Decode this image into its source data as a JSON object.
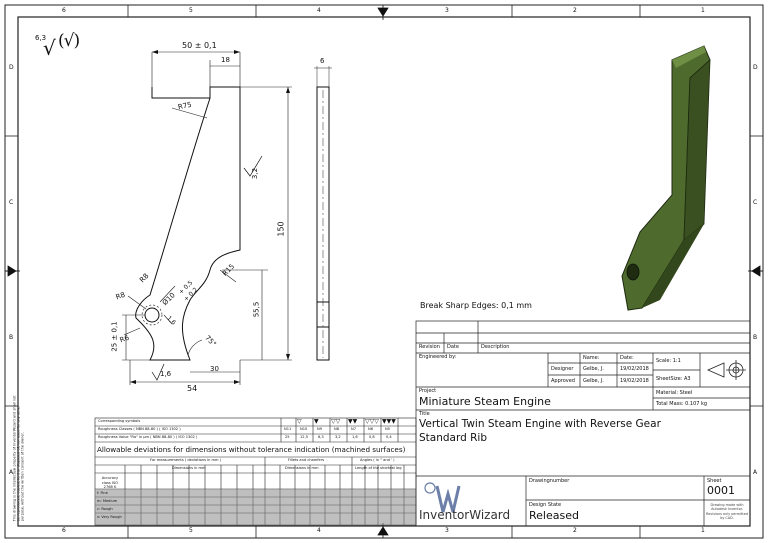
{
  "zones": {
    "cols_top": [
      "6",
      "5",
      "4",
      "3",
      "2",
      "1"
    ],
    "cols_bottom": [
      "6",
      "5",
      "4",
      "3",
      "2",
      "1"
    ],
    "rows_left": [
      "D",
      "C",
      "B",
      "A"
    ],
    "rows_right": [
      "D",
      "C",
      "B",
      "A"
    ]
  },
  "surface_finish": {
    "value": "6,3",
    "general_symbol": "(√)"
  },
  "dims": {
    "width_top": "50 ± 0,1",
    "top_small": "18",
    "r75": "R75",
    "surf_3_2": "3,2",
    "height_150": "150",
    "r8a": "R8",
    "r8b": "R8",
    "dia10": "Ø10",
    "tol_plus": "+ 0,5",
    "tol_minus": "+ 0,2",
    "r15": "R15",
    "h55": "55,5",
    "h25": "25 ± 0,1",
    "r6": "R6",
    "small_1_6": "1,6",
    "bottom_1_6": "1,6",
    "angle75": "75°",
    "w30": "30",
    "w54": "54",
    "thick6": "6"
  },
  "note_break": "Break Sharp Edges: 0,1 mm",
  "tolerance_table": {
    "title": "Allowable deviations for dimensions without tolerance indication (machined surfaces)",
    "row1_label": "Corresponding symbols",
    "row2_label": "Roughness Classes ( NBN 88-80 ) ( ISO 1302 )",
    "row3_label": "Roughness Value \"Ra\" in µm ( NBN 88-80 ) ( ISO 1302 )",
    "roughness_symbols": [
      "▽",
      "▼",
      "▽▽",
      "▼▼",
      "▽▽▽",
      "▼▼▼"
    ],
    "roughness_classes": [
      "N11",
      "N10",
      "N9",
      "N8",
      "N7",
      "N6",
      "N5"
    ],
    "roughness_values": [
      "25",
      "12,5",
      "6,3",
      "3,2",
      "1,6",
      "0,8",
      "0,4"
    ],
    "sub_heads": [
      "For measurements ( deviations in mm )",
      "Fillets and chamfers",
      "Angles ( in ° and ' )"
    ],
    "sub_heads2": [
      "Dimensions in mm",
      "Dimensions in mm",
      "Length of the shortest leg"
    ],
    "class_head": "Accuracy class ISO 2768 K",
    "classes": [
      "f: Fine",
      "m: Medium",
      "c: Rough",
      "v: Very Rough"
    ]
  },
  "title_block": {
    "rev_label": "Revision",
    "date_label": "Date",
    "desc_label": "Description",
    "engineered_by": "Engineered by:",
    "name_label": "Name:",
    "date2_label": "Date:",
    "designer_label": "Designer",
    "designer_name": "Gelbe, J.",
    "designer_date": "19/02/2018",
    "approved_label": "Approved",
    "approved_name": "Gelbe, J.",
    "approved_date": "19/02/2018",
    "scale": "Scale: 1:1",
    "sheet_size": "SheetSize: A3",
    "material": "Material:   Steel",
    "mass": "Total Mass: 0.107 kg",
    "project_label": "Project",
    "project": "Miniature Steam Engine",
    "title_label": "Title",
    "title1": "Vertical Twin Steam Engine with Reverse Gear",
    "title2": "Standard Rib",
    "drawing_number_label": "Drawingnumber",
    "design_state_label": "Design State",
    "design_state": "Released",
    "sheet_label": "Sheet",
    "sheet_no": "0001",
    "logo": "InventorWizard",
    "disclaimer": "Drawing made with Autodesk Inventor. Revisions only permitted by CAD."
  },
  "side_note": "This drawing is the intellectual property of InventorWizard and shall not be reproduced, copied, lent or disposed of, nor used for any other purpose, without the written consent of the owner."
}
